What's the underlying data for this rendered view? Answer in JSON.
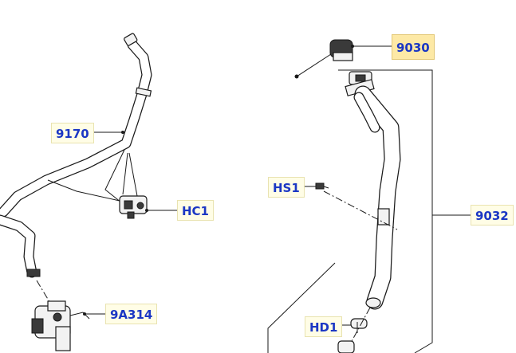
{
  "callouts": {
    "c9170": "9170",
    "cHC1": "HC1",
    "c9A314": "9A314",
    "c9030": "9030",
    "cHS1": "HS1",
    "c9032": "9032",
    "cHD1": "HD1"
  },
  "colors": {
    "label_text": "#1b37c4",
    "label_bg": "#fffde6",
    "label_active_bg": "#fde9a6"
  }
}
